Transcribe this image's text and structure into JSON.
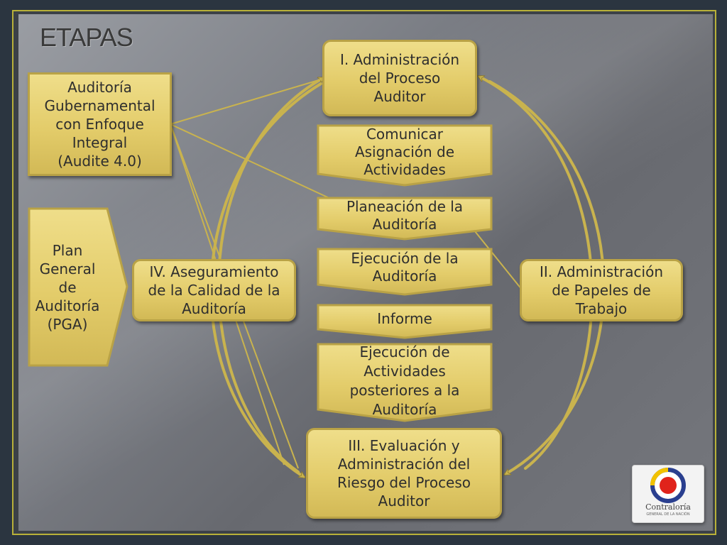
{
  "slide": {
    "title": "ETAPAS"
  },
  "left": {
    "audit": "Auditoría\nGubernamental\ncon Enfoque\nIntegral\n(Audite 4.0)",
    "pga": "Plan\nGeneral\nde\nAuditoría\n(PGA)"
  },
  "stages": {
    "s1": "I. Administración\ndel Proceso\nAuditor",
    "s2": "II. Administración\nde Papeles de\nTrabajo",
    "s3": "III. Evaluación y\nAdministración del\nRiesgo del Proceso\nAuditor",
    "s4": "IV. Aseguramiento\nde la Calidad de la\nAuditoría"
  },
  "steps": [
    "Comunicar\nAsignación de\nActividades",
    "Planeación de la\nAuditoría",
    "Ejecución de la\nAuditoría",
    "Informe",
    "Ejecución de\nActividades\nposteriores a la\nAuditoría"
  ],
  "logo": {
    "name": "Contraloría",
    "subtitle": "GENERAL DE LA NACIÓN"
  },
  "colors": {
    "box_fill": "#e6d06f",
    "box_border": "#b9a246",
    "arrow": "#c9b34e",
    "frame_border": "#b9b139"
  }
}
